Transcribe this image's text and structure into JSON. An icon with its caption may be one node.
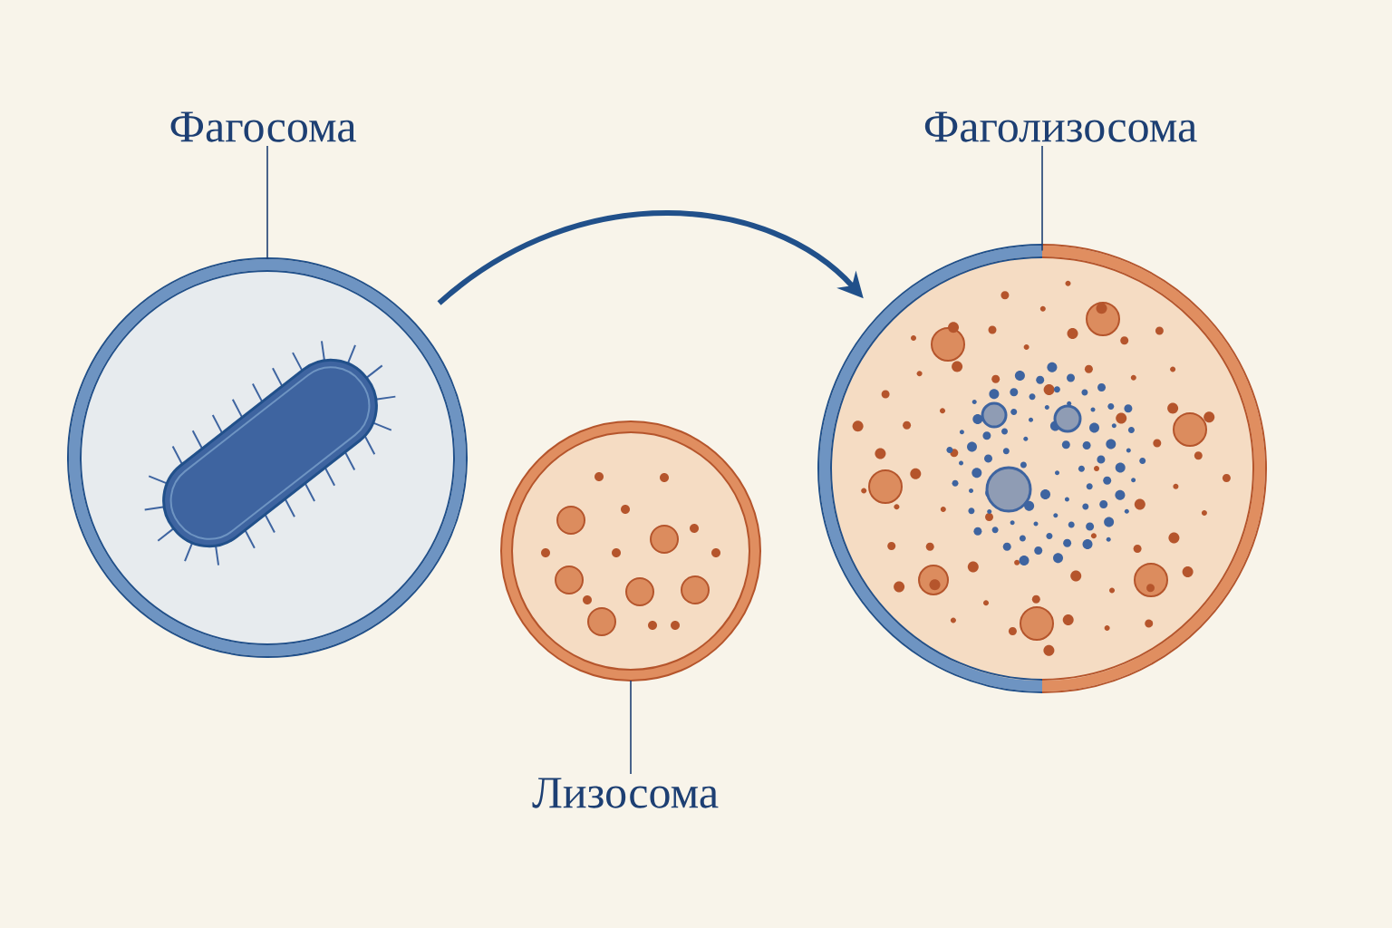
{
  "diagram": {
    "nodes": [
      {
        "text": [
          "Фагосома"
        ]
      },
      {
        "text": [],
        "shape": "circle"
      },
      {
        "text": [],
        "shape": "circle"
      },
      {
        "text": [
          "Лизосома"
        ]
      },
      {
        "text": [
          "Фаголизосома"
        ]
      },
      {
        "text": [],
        "shape": "circle"
      }
    ],
    "edges": [
      {
        "from": 0,
        "to": 1,
        "arrow": "none"
      },
      {
        "from": 3,
        "to": 2,
        "arrow": "none"
      },
      {
        "from": 4,
        "to": 5,
        "arrow": "none"
      },
      {
        "from": 1,
        "to": 5,
        "arrow": "to",
        "style": "thick"
      }
    ]
  }
}
